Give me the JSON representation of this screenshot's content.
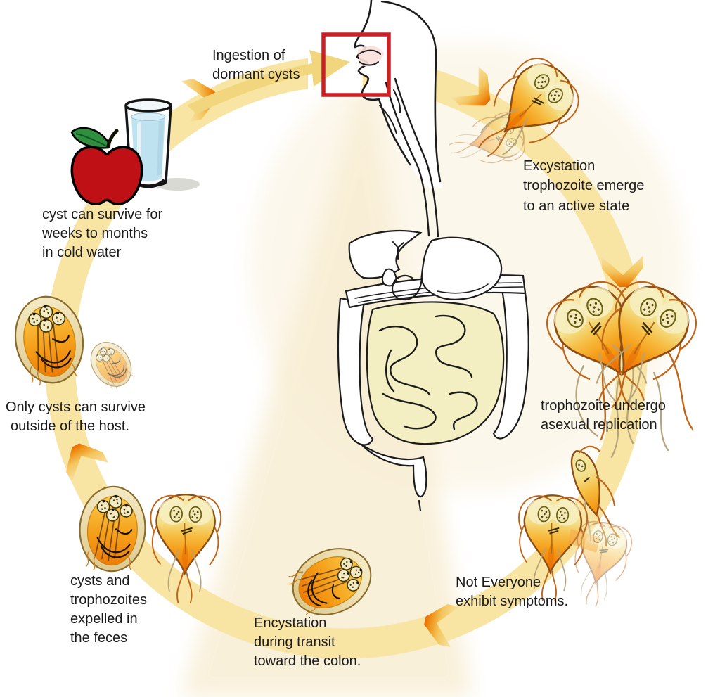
{
  "stages": {
    "ingestion": {
      "label_lines": [
        "Ingestion of",
        "dormant cysts"
      ]
    },
    "excystation": {
      "label_lines": [
        "Excystation",
        "trophozoite emerge",
        "to an active state"
      ]
    },
    "replication": {
      "label_lines": [
        "trophozoite undergo",
        "asexual replication"
      ]
    },
    "symptoms": {
      "label_lines": [
        "Not Everyone",
        "exhibit symptoms."
      ]
    },
    "encystation": {
      "label_lines": [
        "Encystation",
        "during transit",
        "toward the colon."
      ]
    },
    "expelled": {
      "label_lines": [
        "cysts and",
        "trophozoites",
        "expelled in",
        "the feces"
      ]
    },
    "survival_outside": {
      "label_lines": [
        "Only cysts can survive",
        "outside of the host."
      ]
    },
    "cold_water": {
      "label_lines": [
        "cyst can survive for",
        "weeks to months",
        "in cold water"
      ]
    }
  },
  "icons": [
    "cycle-ring",
    "cycle-direction-chevron",
    "ingestion-arrow",
    "mouth-highlight-box",
    "human-head-profile-illustration",
    "digestive-tract-illustration",
    "trophozoite-icon",
    "trophozoite-side-icon",
    "dividing-trophozoites-icon",
    "cyst-icon",
    "apple-icon",
    "water-glass-icon"
  ],
  "cycle": {
    "chevron_count": 5
  },
  "colors": {
    "ring_yellow": "#F8E4A3",
    "chevron_orange": "#E96A03",
    "arrow_tan": "#F2D67E",
    "highlight_box_red": "#CC2027",
    "apple_red": "#BE1015",
    "leaf_green": "#2F8F3F",
    "water_blue": "#BFE2F0",
    "trophozoite_orange": "#EE7004",
    "trophozoite_pale": "#F6ECB4",
    "outline_brown": "#8C4E14",
    "text": "#1B1B1B"
  }
}
